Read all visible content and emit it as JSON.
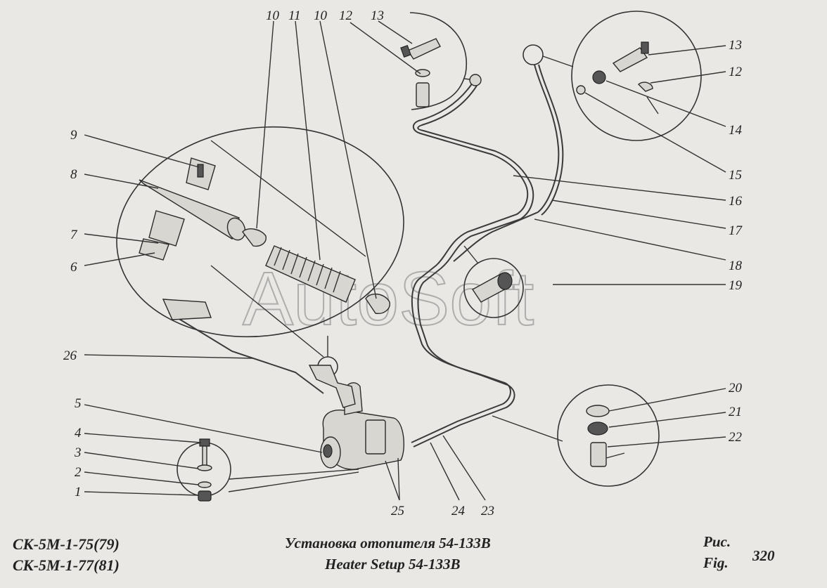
{
  "part_numbers": [
    "1",
    "2",
    "3",
    "4",
    "5",
    "6",
    "7",
    "8",
    "9",
    "10",
    "11",
    "12",
    "13",
    "14",
    "15",
    "16",
    "17",
    "18",
    "19",
    "20",
    "21",
    "22",
    "23",
    "24",
    "25",
    "26"
  ],
  "top_labels": [
    "10",
    "11",
    "10",
    "12",
    "13"
  ],
  "watermark": "AutoSoft",
  "footer": {
    "model_line_1": "СК-5М-1-75(79)",
    "model_line_2": "СК-5М-1-77(81)",
    "title_ru": "Установка отопителя 54-133В",
    "title_en": "Heater Setup 54-133B",
    "fig_ru": "Рис.",
    "fig_en": "Fig.",
    "fig_number": "320"
  }
}
